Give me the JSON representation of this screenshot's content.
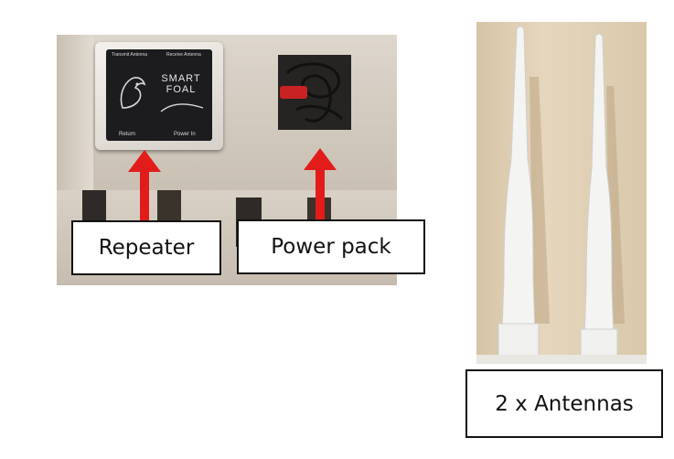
{
  "labels": {
    "repeater": "Repeater",
    "power_pack": "Power pack",
    "antennas": "2 x Antennas"
  },
  "device": {
    "logo": "SMART FOAL",
    "port_left": "Transmit Antenna",
    "port_right": "Receive Antenna",
    "bottom_left": "Return",
    "bottom_right": "Power In"
  },
  "colors": {
    "arrow": "#e21b1b",
    "label_border": "#111111"
  }
}
